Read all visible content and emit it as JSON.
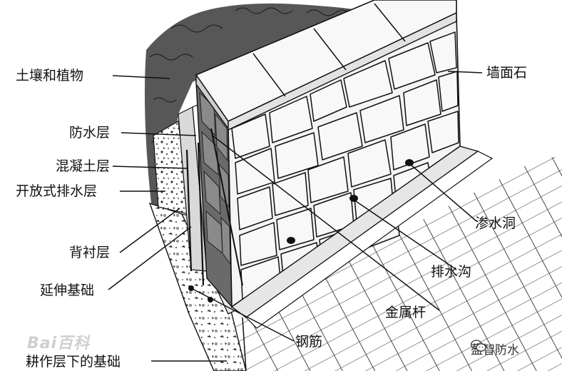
{
  "labels_left": [
    {
      "id": "soil-and-plants",
      "text": "土壤和植物"
    },
    {
      "id": "waterproof-layer",
      "text": "防水层"
    },
    {
      "id": "concrete-layer",
      "text": "混凝土层"
    },
    {
      "id": "open-drainage-layer",
      "text": "开放式排水层"
    },
    {
      "id": "backing-layer",
      "text": "背衬层"
    },
    {
      "id": "extended-foundation",
      "text": "延伸基础"
    },
    {
      "id": "foundation-below-tillage",
      "text": "耕作层下的基础"
    }
  ],
  "labels_right": [
    {
      "id": "wall-face-stone",
      "text": "墙面石"
    },
    {
      "id": "weep-hole",
      "text": "渗水洞"
    },
    {
      "id": "drainage-ditch",
      "text": "排水沟"
    },
    {
      "id": "metal-rod",
      "text": "金属杆"
    },
    {
      "id": "rebar",
      "text": "钢筋"
    }
  ],
  "watermarks": {
    "baidu": "Bai百科",
    "account": "盈智防水"
  },
  "colors": {
    "line": "#111111",
    "stone_fill": "#f4f4f4",
    "cap_fill": "#f8f8f8",
    "shadow": "#555555",
    "vegetation": "#2a2a2a"
  },
  "icons": [
    "wechat-icon"
  ]
}
